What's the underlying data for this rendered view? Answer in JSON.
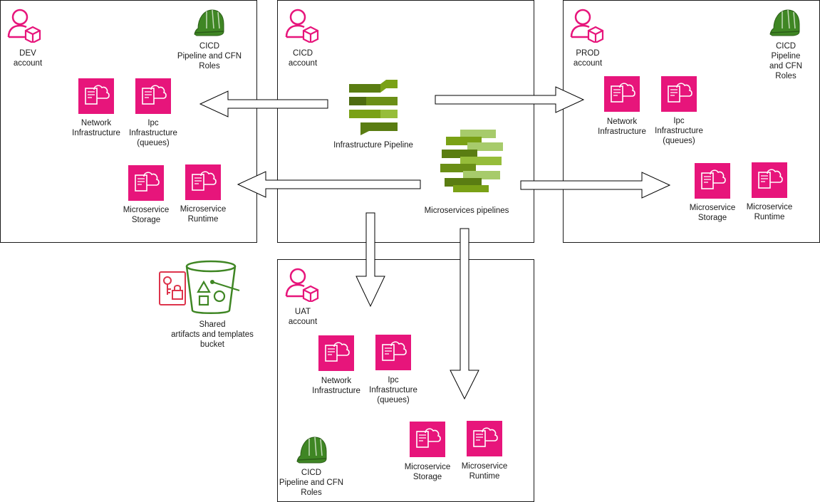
{
  "colors": {
    "account": "#e7157b",
    "cfn": "#e7157b",
    "helmet": "#3f8624",
    "pipeline": "#7aa116",
    "bucket": "#3f8624",
    "secret": "#dd344c"
  },
  "icons": {
    "account": "user-box-icon",
    "helmet": "hard-hat-icon",
    "cfn": "cloudformation-template-icon",
    "pipeline": "pipeline-blocks-icon",
    "bucket": "s3-bucket-icon",
    "secret": "secrets-manager-icon"
  },
  "dev": {
    "account": "DEV\naccount",
    "roles": "CICD\nPipeline and CFN\nRoles",
    "network": "Network\nInfrastructure",
    "ipc": "Ipc\nInfrastructure\n(queues)",
    "storage": "Microservice\nStorage",
    "runtime": "Microservice\nRuntime"
  },
  "cicd": {
    "account": "CICD\naccount",
    "infra_pipeline": "Infrastructure Pipeline",
    "ms_pipelines": "Microservices pipelines"
  },
  "prod": {
    "account": "PROD\naccount",
    "roles": "CICD\nPipeline and CFN\nRoles",
    "network": "Network\nInfrastructure",
    "ipc": "Ipc\nInfrastructure\n(queues)",
    "storage": "Microservice\nStorage",
    "runtime": "Microservice\nRuntime"
  },
  "uat": {
    "account": "UAT\naccount",
    "roles": "CICD\nPipeline and CFN\nRoles",
    "network": "Network\nInfrastructure",
    "ipc": "Ipc\nInfrastructure\n(queues)",
    "storage": "Microservice\nStorage",
    "runtime": "Microservice\nRuntime"
  },
  "shared": {
    "bucket": "Shared\nartifacts and templates\nbucket"
  }
}
